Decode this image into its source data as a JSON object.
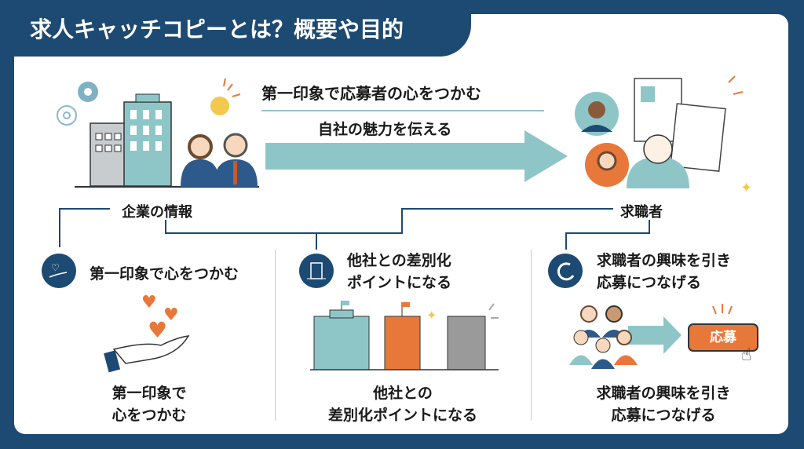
{
  "title": "求人キャッチコピーとは？概要や目的",
  "top": {
    "headline": "第一印象で応募者の心をつかむ",
    "subline": "自社の魅力を伝える",
    "left_label": "企業の情報",
    "right_label": "求職者"
  },
  "columns": [
    {
      "heading": "第一印象で心をつかむ",
      "caption_lines": [
        "第一印象で",
        "心をつかむ"
      ],
      "icon": "heart-hand-icon"
    },
    {
      "heading_lines": [
        "他社との差別化",
        "ポイントになる"
      ],
      "caption_lines": [
        "他社との",
        "差別化ポイントになる"
      ],
      "icon": "building-icon"
    },
    {
      "heading_lines": [
        "求職者の興味を引き",
        "応募につなげる"
      ],
      "caption_lines": [
        "求職者の興味を引き",
        "応募につなげる"
      ],
      "icon": "magnet-icon",
      "button": "応募"
    }
  ],
  "colors": {
    "navy": "#1d4a72",
    "teal": "#8ec6c8",
    "orange": "#e8783a"
  }
}
